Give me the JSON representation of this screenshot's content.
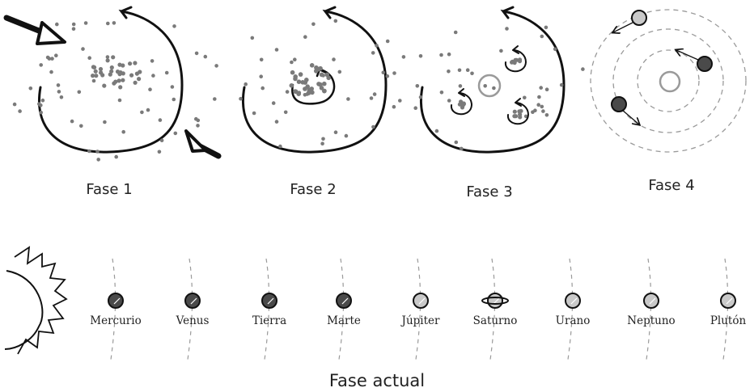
{
  "phases": [
    {
      "label": "Fase 1"
    },
    {
      "label": "Fase 2"
    },
    {
      "label": "Fase 3"
    },
    {
      "label": "Fase 4"
    }
  ],
  "planets": [
    {
      "name": "Mercurio",
      "shade": "#4a4a4a"
    },
    {
      "name": "Venus",
      "shade": "#4a4a4a"
    },
    {
      "name": "Tierra",
      "shade": "#4a4a4a"
    },
    {
      "name": "Marte",
      "shade": "#4a4a4a"
    },
    {
      "name": "Júpiter",
      "shade": "#c9c9c9"
    },
    {
      "name": "Saturno",
      "shade": "#c9c9c9"
    },
    {
      "name": "Urano",
      "shade": "#c9c9c9"
    },
    {
      "name": "Neptuno",
      "shade": "#c9c9c9"
    },
    {
      "name": "Plutón",
      "shade": "#c9c9c9"
    }
  ],
  "current_phase_label": "Fase actual",
  "colors": {
    "ink": "#111111",
    "dust": "#7a7a7a",
    "protostar": "#9a9a9a",
    "orbit": "#9a9a9a"
  }
}
